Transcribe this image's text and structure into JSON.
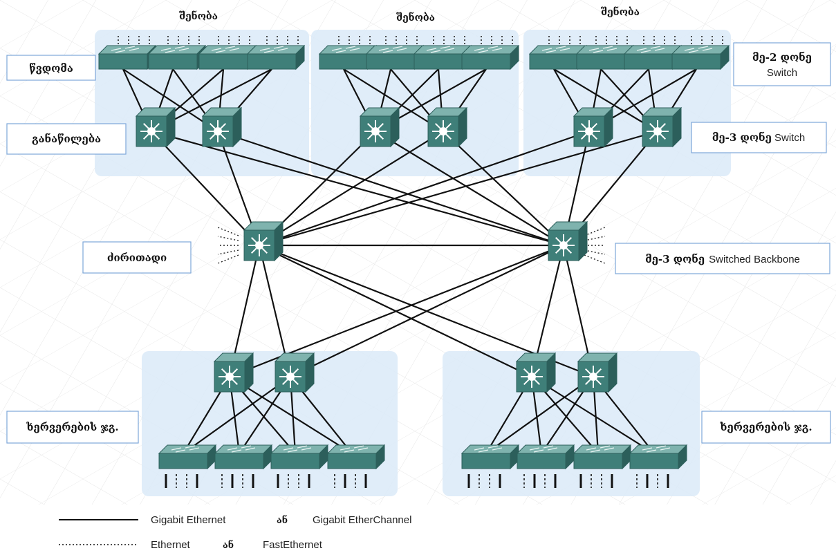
{
  "buildings": [
    {
      "label": "შენობა"
    },
    {
      "label": "შენობა"
    },
    {
      "label": "შენობა"
    }
  ],
  "left_labels": {
    "access": "წვდომა",
    "distribution": "განაწილება",
    "core": "ძირითადი",
    "server_farm_left": "ხერვერების ჯგ."
  },
  "right_labels": {
    "layer2_line1": "მე-2 დონე",
    "layer2_line2": "Switch",
    "layer3_geo": "მე-3 დონე",
    "layer3_lat": " Switch",
    "backbone_geo": "მე-3 დონე",
    "backbone_lat": "Switched Backbone",
    "server_farm_right": "ხერვერების ჯგ."
  },
  "legend": {
    "solid_a": "Gigabit Ethernet",
    "solid_or": "ან",
    "solid_b": "Gigabit EtherChannel",
    "dotted_a": "Ethernet",
    "dotted_or": "ან",
    "dotted_b": "FastEthernet"
  },
  "colors": {
    "device_top": "#7fb3ae",
    "device_front": "#3f7f79",
    "device_side": "#2c5f5b",
    "zone_fill": "#dbeaf8",
    "link": "#111111"
  }
}
